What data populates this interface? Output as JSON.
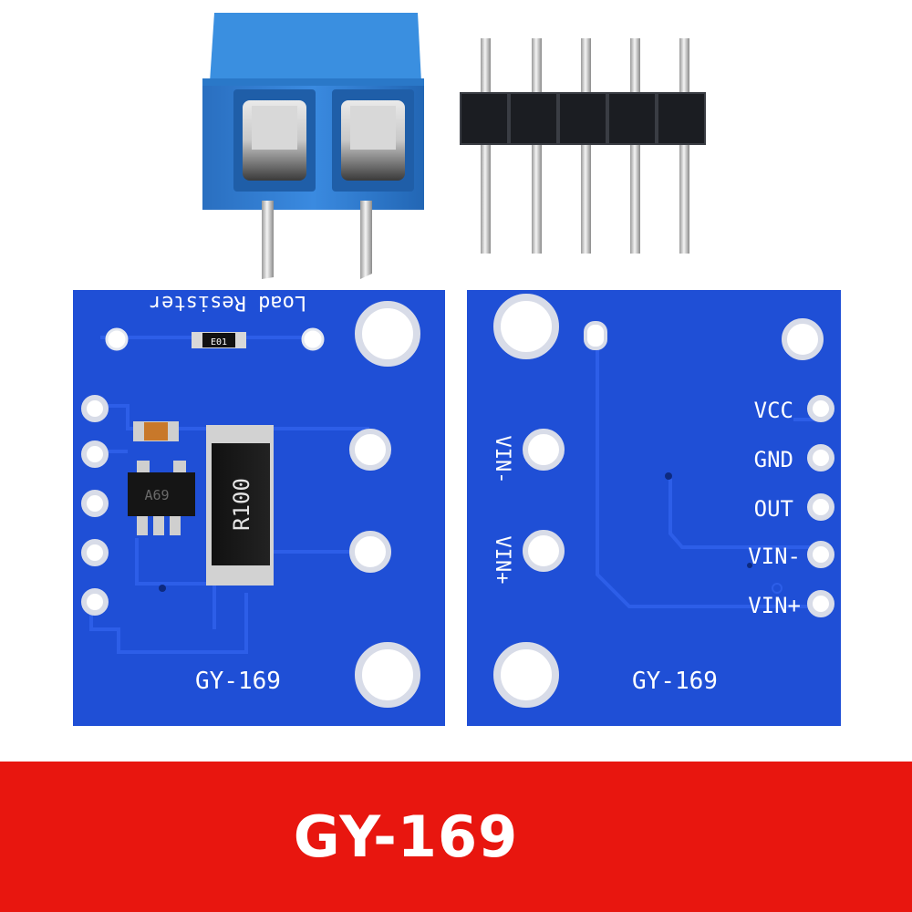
{
  "banner": {
    "title": "GY-169"
  },
  "left_board": {
    "silk_top": "Load Resister",
    "resistor_mark": "R100",
    "chip_mark": "A69",
    "small_resistor_mark": "E01",
    "board_label": "GY-169"
  },
  "right_board": {
    "pin_labels": [
      "VCC",
      "GND",
      "OUT",
      "VIN-",
      "VIN+"
    ],
    "side_label_top": "VIN-",
    "side_label_bottom": "VIN+",
    "board_label": "GY-169"
  },
  "colors": {
    "pcb_blue": "#1f4fd6",
    "terminal_blue": "#2f7fd0",
    "banner_red": "#e8160f"
  }
}
